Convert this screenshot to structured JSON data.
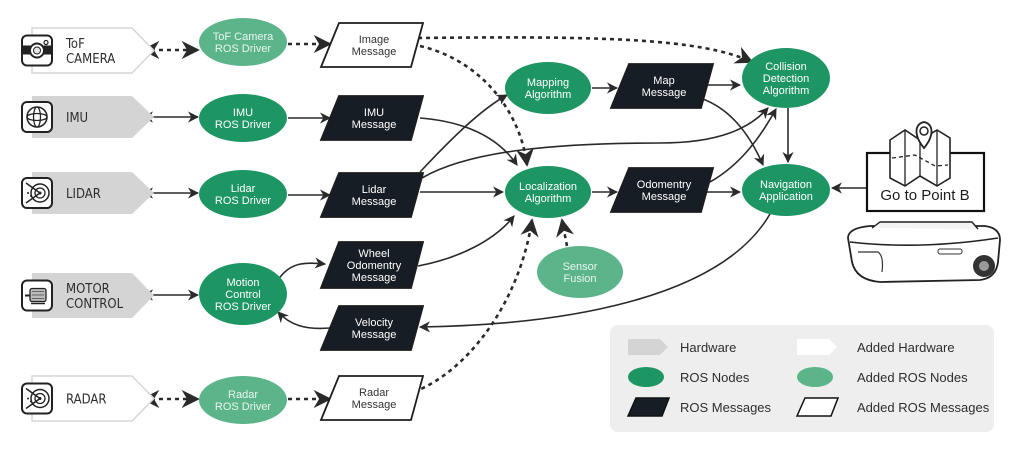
{
  "colors": {
    "hardware_fill": "#d4d4d4",
    "added_hardware_fill": "#ffffff",
    "ros_node": "#1e9663",
    "added_ros_node": "#5cb58a",
    "ros_message": "#171d24",
    "added_ros_message": "#ffffff",
    "edge": "#2a2a2a",
    "legend_bg": "#eeeeee"
  },
  "hardware": [
    {
      "id": "tof",
      "lines": [
        "ToF",
        "CAMERA"
      ],
      "icon": "camera-icon",
      "added": true
    },
    {
      "id": "imu",
      "lines": [
        "IMU"
      ],
      "icon": "gyroscope-icon",
      "added": false
    },
    {
      "id": "lidar",
      "lines": [
        "LIDAR"
      ],
      "icon": "lidar-scanner-icon",
      "added": false
    },
    {
      "id": "motor",
      "lines": [
        "MOTOR",
        "CONTROL"
      ],
      "icon": "motor-icon",
      "added": false
    },
    {
      "id": "radar",
      "lines": [
        "RADAR"
      ],
      "icon": "radar-scanner-icon",
      "added": true
    }
  ],
  "nodes": [
    {
      "id": "tof_driver",
      "lines": [
        "ToF Camera",
        "ROS Driver"
      ],
      "added": true
    },
    {
      "id": "imu_driver",
      "lines": [
        "IMU",
        "ROS Driver"
      ],
      "added": false
    },
    {
      "id": "lidar_driver",
      "lines": [
        "Lidar",
        "ROS Driver"
      ],
      "added": false
    },
    {
      "id": "motion_driver",
      "lines": [
        "Motion",
        "Control",
        "ROS Driver"
      ],
      "added": false
    },
    {
      "id": "radar_driver",
      "lines": [
        "Radar",
        "ROS Driver"
      ],
      "added": true
    },
    {
      "id": "mapping",
      "lines": [
        "Mapping",
        "Algorithm"
      ],
      "added": false
    },
    {
      "id": "localization",
      "lines": [
        "Localization",
        "Algorithm"
      ],
      "added": false
    },
    {
      "id": "sensor_fusion",
      "lines": [
        "Sensor",
        "Fusion"
      ],
      "added": true
    },
    {
      "id": "collision",
      "lines": [
        "Collision",
        "Detection",
        "Algorithm"
      ],
      "added": false
    },
    {
      "id": "navigation",
      "lines": [
        "Navigation",
        "Application"
      ],
      "added": false
    }
  ],
  "messages": [
    {
      "id": "image_msg",
      "lines": [
        "Image",
        "Message"
      ],
      "added": true
    },
    {
      "id": "imu_msg",
      "lines": [
        "IMU",
        "Message"
      ],
      "added": false
    },
    {
      "id": "lidar_msg",
      "lines": [
        "Lidar",
        "Message"
      ],
      "added": false
    },
    {
      "id": "wheel_msg",
      "lines": [
        "Wheel",
        "Odomentry",
        "Message"
      ],
      "added": false
    },
    {
      "id": "velocity_msg",
      "lines": [
        "Velocity",
        "Message"
      ],
      "added": false
    },
    {
      "id": "radar_msg",
      "lines": [
        "Radar",
        "Message"
      ],
      "added": true
    },
    {
      "id": "map_msg",
      "lines": [
        "Map",
        "Message"
      ],
      "added": false
    },
    {
      "id": "odom_msg",
      "lines": [
        "Odomentry",
        "Message"
      ],
      "added": false
    }
  ],
  "goal": {
    "label": "Go to Point B",
    "icon": "map-pin-icon",
    "robot_icon": "mobile-robot-icon"
  },
  "edges": [
    {
      "from": "tof",
      "to": "tof_driver",
      "dashed": true,
      "bidirectional": true
    },
    {
      "from": "imu",
      "to": "imu_driver",
      "dashed": false,
      "bidirectional": true
    },
    {
      "from": "lidar",
      "to": "lidar_driver",
      "dashed": false,
      "bidirectional": true
    },
    {
      "from": "motor",
      "to": "motion_driver",
      "dashed": false,
      "bidirectional": true
    },
    {
      "from": "radar",
      "to": "radar_driver",
      "dashed": true,
      "bidirectional": true
    },
    {
      "from": "tof_driver",
      "to": "image_msg",
      "dashed": true
    },
    {
      "from": "imu_driver",
      "to": "imu_msg",
      "dashed": false
    },
    {
      "from": "lidar_driver",
      "to": "lidar_msg",
      "dashed": false
    },
    {
      "from": "motion_driver",
      "to": "wheel_msg",
      "dashed": false
    },
    {
      "from": "velocity_msg",
      "to": "motion_driver",
      "dashed": false
    },
    {
      "from": "radar_driver",
      "to": "radar_msg",
      "dashed": true
    },
    {
      "from": "image_msg",
      "to": "collision",
      "dashed": true
    },
    {
      "from": "image_msg",
      "to": "localization",
      "dashed": true
    },
    {
      "from": "imu_msg",
      "to": "localization",
      "dashed": false
    },
    {
      "from": "lidar_msg",
      "to": "mapping",
      "dashed": false
    },
    {
      "from": "lidar_msg",
      "to": "localization",
      "dashed": false
    },
    {
      "from": "lidar_msg",
      "to": "collision",
      "dashed": false
    },
    {
      "from": "wheel_msg",
      "to": "localization",
      "dashed": false
    },
    {
      "from": "radar_msg",
      "to": "localization",
      "dashed": true
    },
    {
      "from": "sensor_fusion",
      "to": "localization",
      "dashed": true
    },
    {
      "from": "mapping",
      "to": "map_msg",
      "dashed": false
    },
    {
      "from": "map_msg",
      "to": "collision",
      "dashed": false
    },
    {
      "from": "map_msg",
      "to": "navigation",
      "dashed": false
    },
    {
      "from": "localization",
      "to": "odom_msg",
      "dashed": false
    },
    {
      "from": "odom_msg",
      "to": "navigation",
      "dashed": false
    },
    {
      "from": "odom_msg",
      "to": "collision",
      "dashed": false
    },
    {
      "from": "collision",
      "to": "navigation",
      "dashed": false
    },
    {
      "from": "goal",
      "to": "navigation",
      "dashed": false
    },
    {
      "from": "navigation",
      "to": "velocity_msg",
      "dashed": false
    }
  ],
  "legend": {
    "items": [
      {
        "kind": "hardware",
        "label": "Hardware"
      },
      {
        "kind": "added_hardware",
        "label": "Added Hardware"
      },
      {
        "kind": "ros_node",
        "label": "ROS Nodes"
      },
      {
        "kind": "added_ros_node",
        "label": "Added ROS Nodes"
      },
      {
        "kind": "ros_message",
        "label": "ROS Messages"
      },
      {
        "kind": "added_ros_message",
        "label": "Added ROS Messages"
      }
    ]
  }
}
